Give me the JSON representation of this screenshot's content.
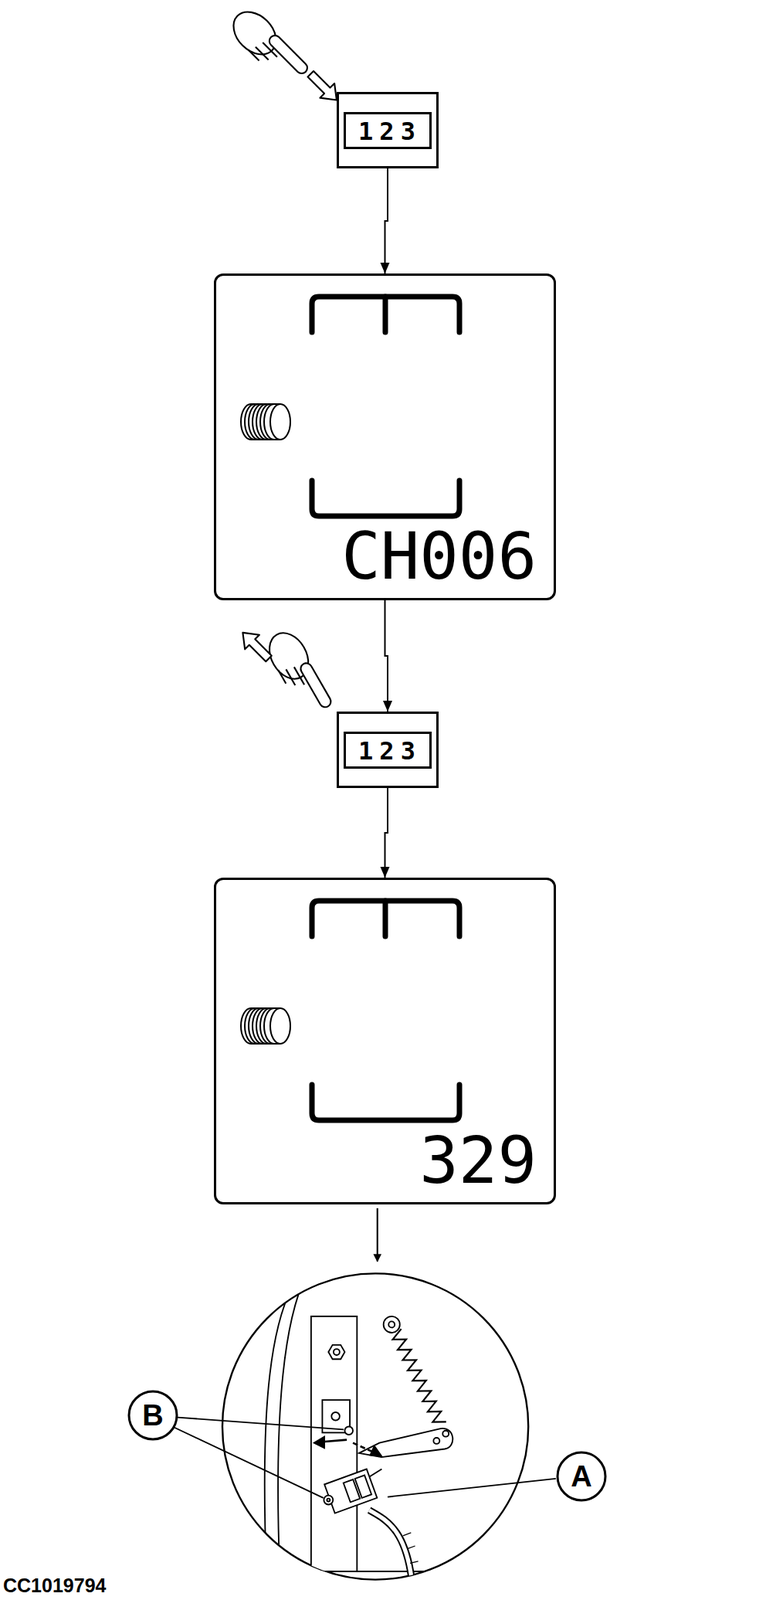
{
  "diagram": {
    "nodes": [
      {
        "text": [
          "123"
        ]
      },
      {
        "text": [
          "CH006"
        ]
      },
      {
        "text": [
          "123"
        ]
      },
      {
        "text": [
          "329"
        ]
      },
      {
        "text": [
          "B"
        ]
      },
      {
        "text": [
          "A"
        ]
      }
    ],
    "edges": [
      {
        "from": 0,
        "to": 1,
        "arrow": "to"
      },
      {
        "from": 1,
        "to": 2,
        "arrow": "to"
      },
      {
        "from": 2,
        "to": 3,
        "arrow": "to"
      }
    ],
    "labels": [
      "CC1019794"
    ]
  }
}
